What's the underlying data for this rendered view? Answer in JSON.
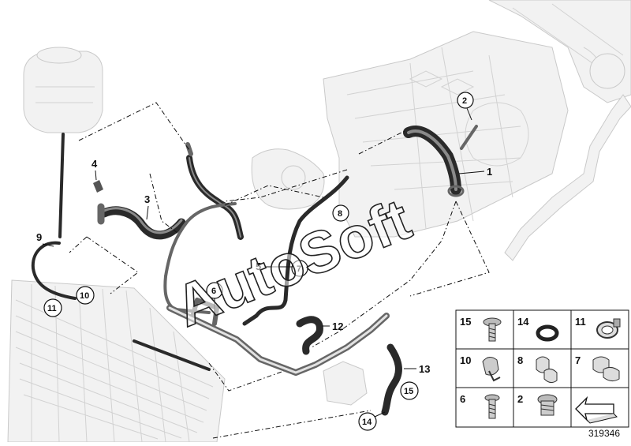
{
  "diagram": {
    "watermark": "AutoSoft",
    "document_number": "319346",
    "callouts": [
      {
        "id": "c1",
        "label": "1",
        "circled": false
      },
      {
        "id": "c2",
        "label": "2",
        "circled": true
      },
      {
        "id": "c3",
        "label": "3",
        "circled": false
      },
      {
        "id": "c4",
        "label": "4",
        "circled": false
      },
      {
        "id": "c5",
        "label": "5",
        "circled": false
      },
      {
        "id": "c6",
        "label": "6",
        "circled": true
      },
      {
        "id": "c7",
        "label": "7",
        "circled": true
      },
      {
        "id": "c8",
        "label": "8",
        "circled": true
      },
      {
        "id": "c9",
        "label": "9",
        "circled": false
      },
      {
        "id": "c10",
        "label": "10",
        "circled": true
      },
      {
        "id": "c11",
        "label": "11",
        "circled": true
      },
      {
        "id": "c12",
        "label": "12",
        "circled": false
      },
      {
        "id": "c13",
        "label": "13",
        "circled": false
      },
      {
        "id": "c14",
        "label": "14",
        "circled": true
      },
      {
        "id": "c15",
        "label": "15",
        "circled": true
      }
    ],
    "legend": [
      {
        "label": "15",
        "icon": "screw-with-clip-icon"
      },
      {
        "label": "14",
        "icon": "o-ring-icon"
      },
      {
        "label": "11",
        "icon": "hose-clamp-icon"
      },
      {
        "label": "10",
        "icon": "double-clip-icon"
      },
      {
        "label": "8",
        "icon": "double-holder-icon"
      },
      {
        "label": "7",
        "icon": "double-holder-large-icon"
      },
      {
        "label": "6",
        "icon": "bolt-icon"
      },
      {
        "label": "2",
        "icon": "bleed-screw-icon"
      },
      {
        "label": "",
        "icon": "direction-arrow-icon"
      }
    ]
  }
}
